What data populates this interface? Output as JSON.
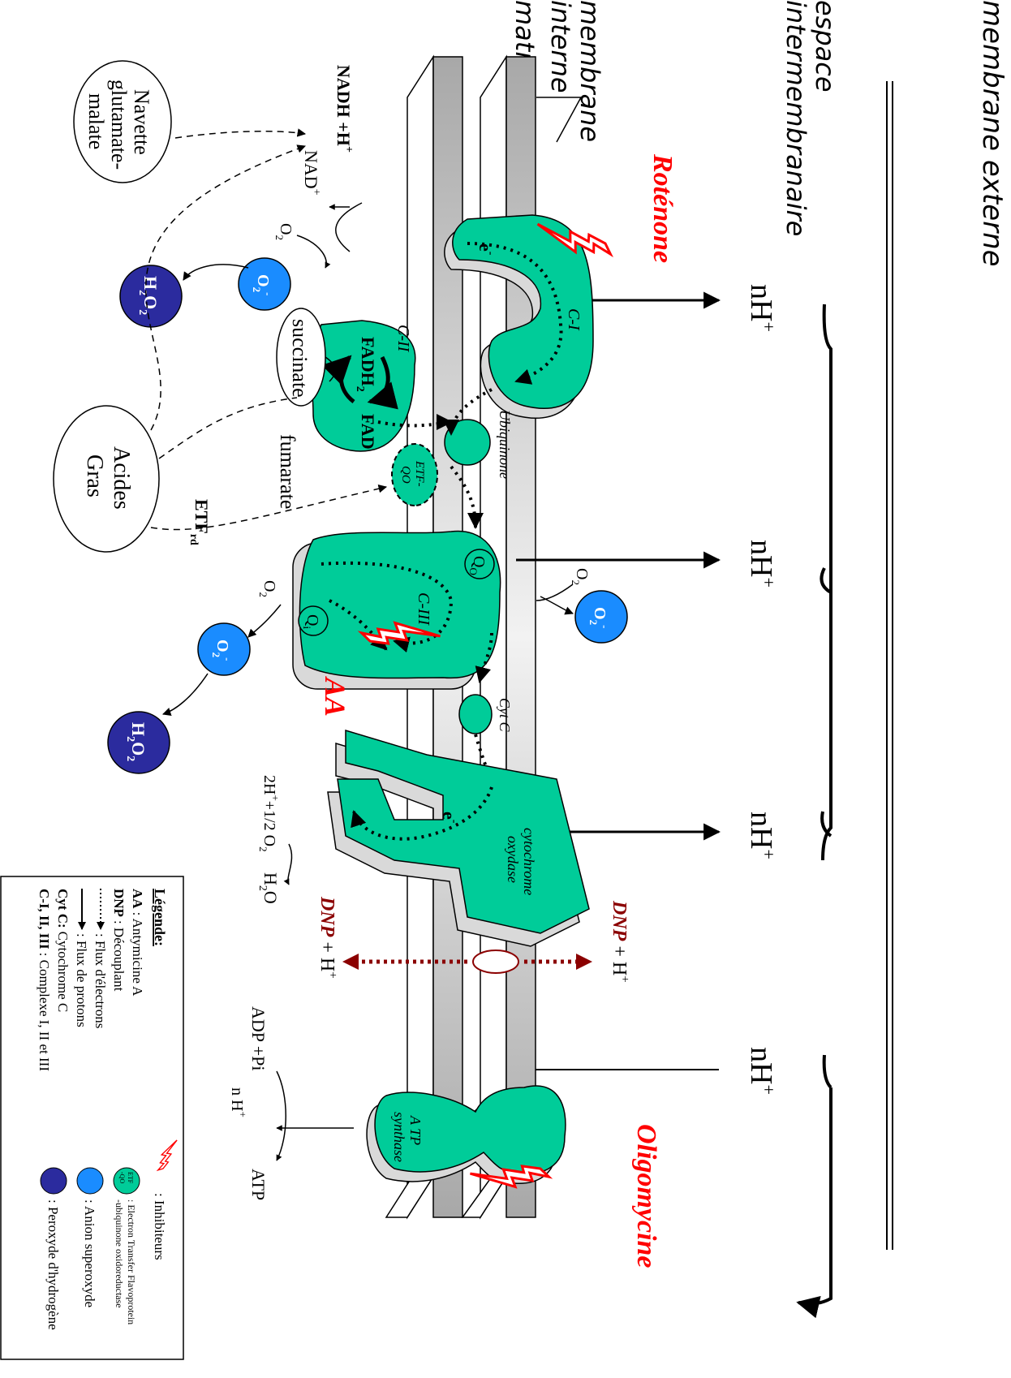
{
  "regions": {
    "outer_membrane": "membrane externe",
    "intermembrane_line1": "espace",
    "intermembrane_line2": "intermembranaire",
    "inner_membrane_line1": "membrane",
    "inner_membrane_line2": "interne",
    "matrix": "matrice"
  },
  "protons": {
    "label": "nH",
    "sup": "+"
  },
  "complexes": {
    "c1": "C-I",
    "c2": "C-II",
    "c3": "C-III",
    "cox_line1": "cytochrome",
    "cox_line2": "oxydase",
    "atp_line1": "A TP",
    "atp_line2": "synthase",
    "ubiquinone": "Ubiquinone",
    "cytc": "Cyt C",
    "etf_line1": "ETF-",
    "etf_line2": "QO",
    "qo": "Q",
    "qo_sub": "O",
    "qi": "Q",
    "qi_sub": "i",
    "electron": "e",
    "electron_sup": "-"
  },
  "metabolites": {
    "nadh": "NADH +H",
    "nadh_sup": "+",
    "nad": "NAD",
    "nad_sup": "+",
    "o2": "O",
    "o2_sub": "2",
    "fadh2": "FADH",
    "fadh2_sub": "2",
    "fad": "FAD",
    "succinate": "succinate",
    "fumarate": "fumarate",
    "etf_rd": "ETF",
    "etf_rd_sub": "rd",
    "reduction_pre": "2H",
    "reduction_sup": "+",
    "reduction_mid": "+1/2 O",
    "reduction_sub": "2",
    "h2o_h": "H",
    "h2o_sub": "2",
    "h2o_o": "O",
    "adp": "ADP +Pi",
    "atp": "ATP",
    "nh_matrix": "n H",
    "nh_matrix_sup": "+",
    "dnp": "DNP",
    "dnp_suffix": " + H",
    "dnp_sup": "+"
  },
  "bubbles": {
    "superoxide": "O",
    "superoxide_sub": "2",
    "superoxide_sup": "-",
    "peroxide_h": "H",
    "peroxide_sub": "2",
    "peroxide_o": "O",
    "peroxide_sub2": "2",
    "navette_line1": "Navette",
    "navette_line2": "glutamate-",
    "navette_line3": "malate",
    "acides_line1": "Acides",
    "acides_line2": "Gras"
  },
  "inhibitors": {
    "rotenone": "Roténone",
    "aa": "AA",
    "oligomycine": "Oligomycine"
  },
  "legend": {
    "title": "Légende:",
    "aa_key": "AA",
    "aa_def": ": Antymicine A",
    "dnp_key": "DNP",
    "dnp_def": ": Découplant",
    "electron_def": ": Flux d'électrons",
    "proton_def": ": Flux de protons",
    "cytc_key": "Cyt C:",
    "cytc_def": "Cytochrome C",
    "complex_key": "C-I, II, III",
    "complex_def": ": Complexe I, II et III",
    "inhibitor_def": ": Inhibiteurs",
    "etf_icon_1": "ETF",
    "etf_icon_2": "-QO",
    "etf_def_1": ": Electron Transfer Flavoprotein",
    "etf_def_2": "-ubiquinone oxidoreductase",
    "superoxide_def": ": Anion superoxyde",
    "peroxide_def": ": Peroxyde d'hydrogène"
  },
  "colors": {
    "complex_fill": "#00cc99",
    "complex_shadow": "#d9d9d9",
    "superoxide": "#1a8cff",
    "peroxide": "#2b2b9e",
    "inhibitor": "#ff0000",
    "dnp": "#8b0000"
  }
}
